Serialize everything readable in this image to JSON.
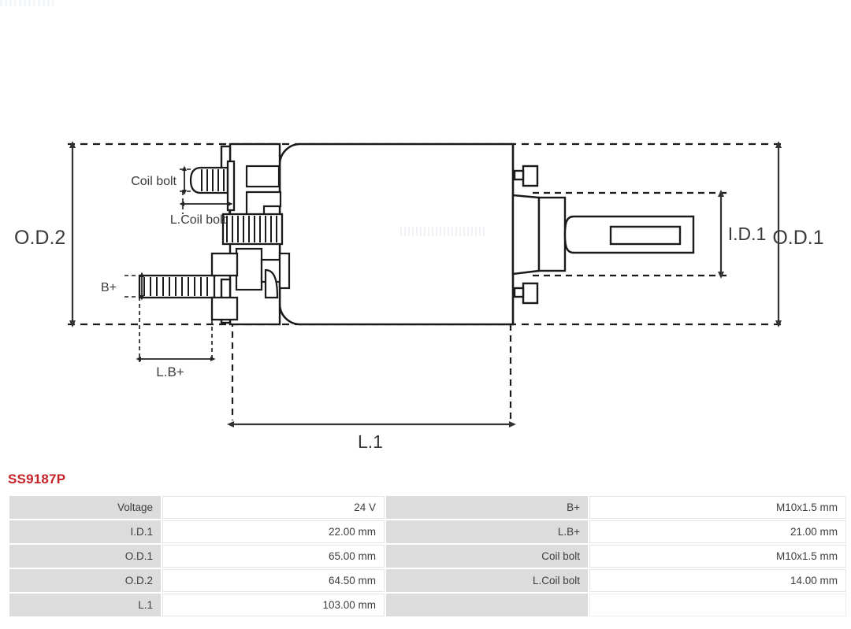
{
  "part_number": "SS9187P",
  "drawing": {
    "labels": {
      "od2": "O.D.2",
      "od1": "O.D.1",
      "id1": "I.D.1",
      "l1": "L.1",
      "lbplus": "L.B+",
      "bplus": "B+",
      "coil_bolt": "Coil bolt",
      "l_coil_bolt": "L.Coil bolt"
    },
    "line_color": "#1a1a1a",
    "dim_color": "#333333"
  },
  "spec_table": {
    "rows": [
      {
        "k1": "Voltage",
        "v1": "24 V",
        "k2": "B+",
        "v2": "M10x1.5 mm"
      },
      {
        "k1": "I.D.1",
        "v1": "22.00 mm",
        "k2": "L.B+",
        "v2": "21.00 mm"
      },
      {
        "k1": "O.D.1",
        "v1": "65.00 mm",
        "k2": "Coil bolt",
        "v2": "M10x1.5 mm"
      },
      {
        "k1": "O.D.2",
        "v1": "64.50 mm",
        "k2": "L.Coil bolt",
        "v2": "14.00 mm"
      },
      {
        "k1": "L.1",
        "v1": "103.00 mm",
        "k2": "",
        "v2": ""
      }
    ]
  }
}
